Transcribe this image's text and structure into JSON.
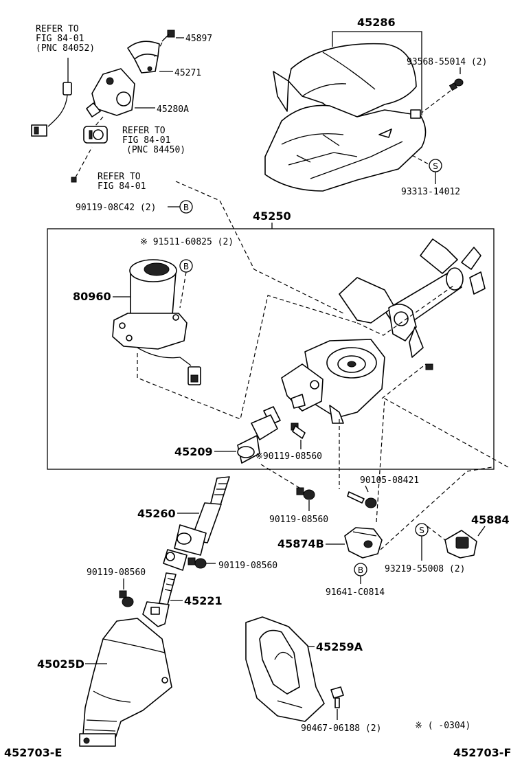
{
  "refs": {
    "ref1": [
      "REFER TO",
      "FIG 84-01",
      "(PNC 84052)"
    ],
    "ref2": [
      "REFER TO",
      "FIG 84-01",
      "(PNC 84450)"
    ],
    "ref3": [
      "REFER TO",
      "FIG 84-01"
    ]
  },
  "parts": {
    "p45897": "45897",
    "p45271": "45271",
    "p45280A": "45280A",
    "p45286": "45286",
    "p93568": "93568-55014 (2)",
    "p93313": "93313-14012",
    "p90119_08C42": "90119-08C42 (2)",
    "p45250": "45250",
    "p91511": "※ 91511-60825 (2)",
    "p80960": "80960",
    "p45209": "45209",
    "p90119_a": "※90119-08560",
    "p90105": "90105-08421",
    "p90119_b": "90119-08560",
    "p45260": "45260",
    "p90119_c": "90119-08560",
    "p90119_d": "90119-08560",
    "p45221": "45221",
    "p45874B": "45874B",
    "p91641": "91641-C0814",
    "p45884": "45884",
    "p93219": "93219-55008 (2)",
    "p45025D": "45025D",
    "p45259A": "45259A",
    "p90467": "90467-06188 (2)",
    "note": "※ (      -0304)",
    "code_left": "452703-E",
    "code_right": "452703-F"
  },
  "symbols": {
    "B": "B",
    "S": "S"
  }
}
